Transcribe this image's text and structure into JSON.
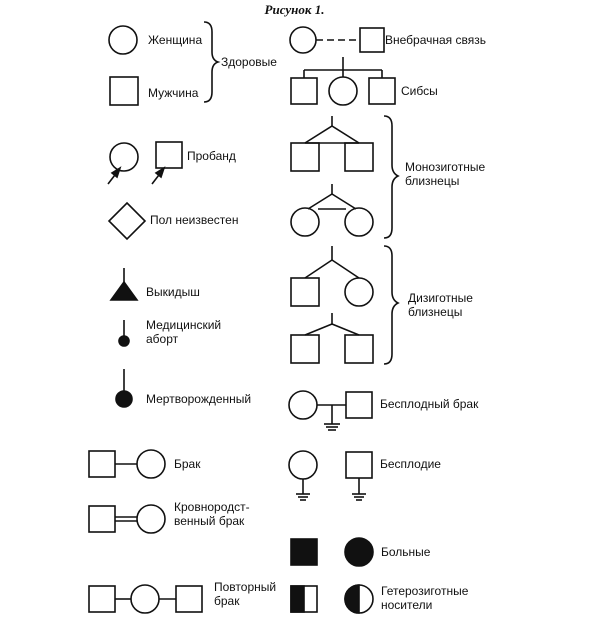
{
  "title": "Рисунок 1.",
  "labels": {
    "female": "Женщина",
    "male": "Мужчина",
    "healthy": "Здоровые",
    "extramarital": "Внебрачная   связь",
    "siblings": "Сибсы",
    "proband": "Пробанд",
    "monozygotic": "Монозиготные\nблизнецы",
    "sex_unknown": "Пол   неизвестен",
    "miscarriage": "Выкидыш",
    "dizygotic": "Дизиготные\nблизнецы",
    "medical_abortion": "Медицинский\nаборт",
    "stillborn": "Мертворожденный",
    "infertile_marriage": "Бесплодный   брак",
    "marriage": "Брак",
    "infertility": "Бесплодие",
    "consanguineous": "Кровнородст-\nвенный брак",
    "affected": "Больные",
    "repeated_marriage": "Повторный\nбрак",
    "carriers": "Гетерозиготные\nносители"
  }
}
